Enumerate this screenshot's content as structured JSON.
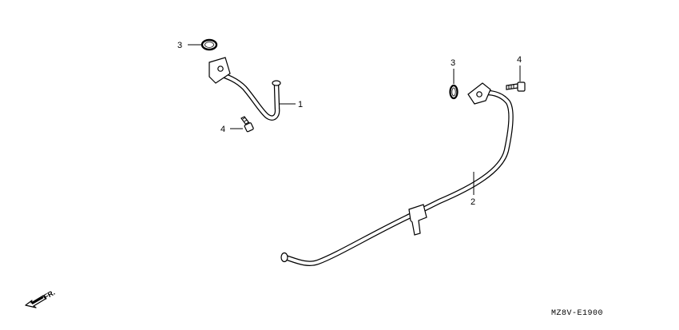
{
  "callouts": {
    "c1": "1",
    "c2": "2",
    "c3a": "3",
    "c3b": "3",
    "c4a": "4",
    "c4b": "4"
  },
  "direction_label": "FR.",
  "diagram_code": "MZ8V-E1900"
}
